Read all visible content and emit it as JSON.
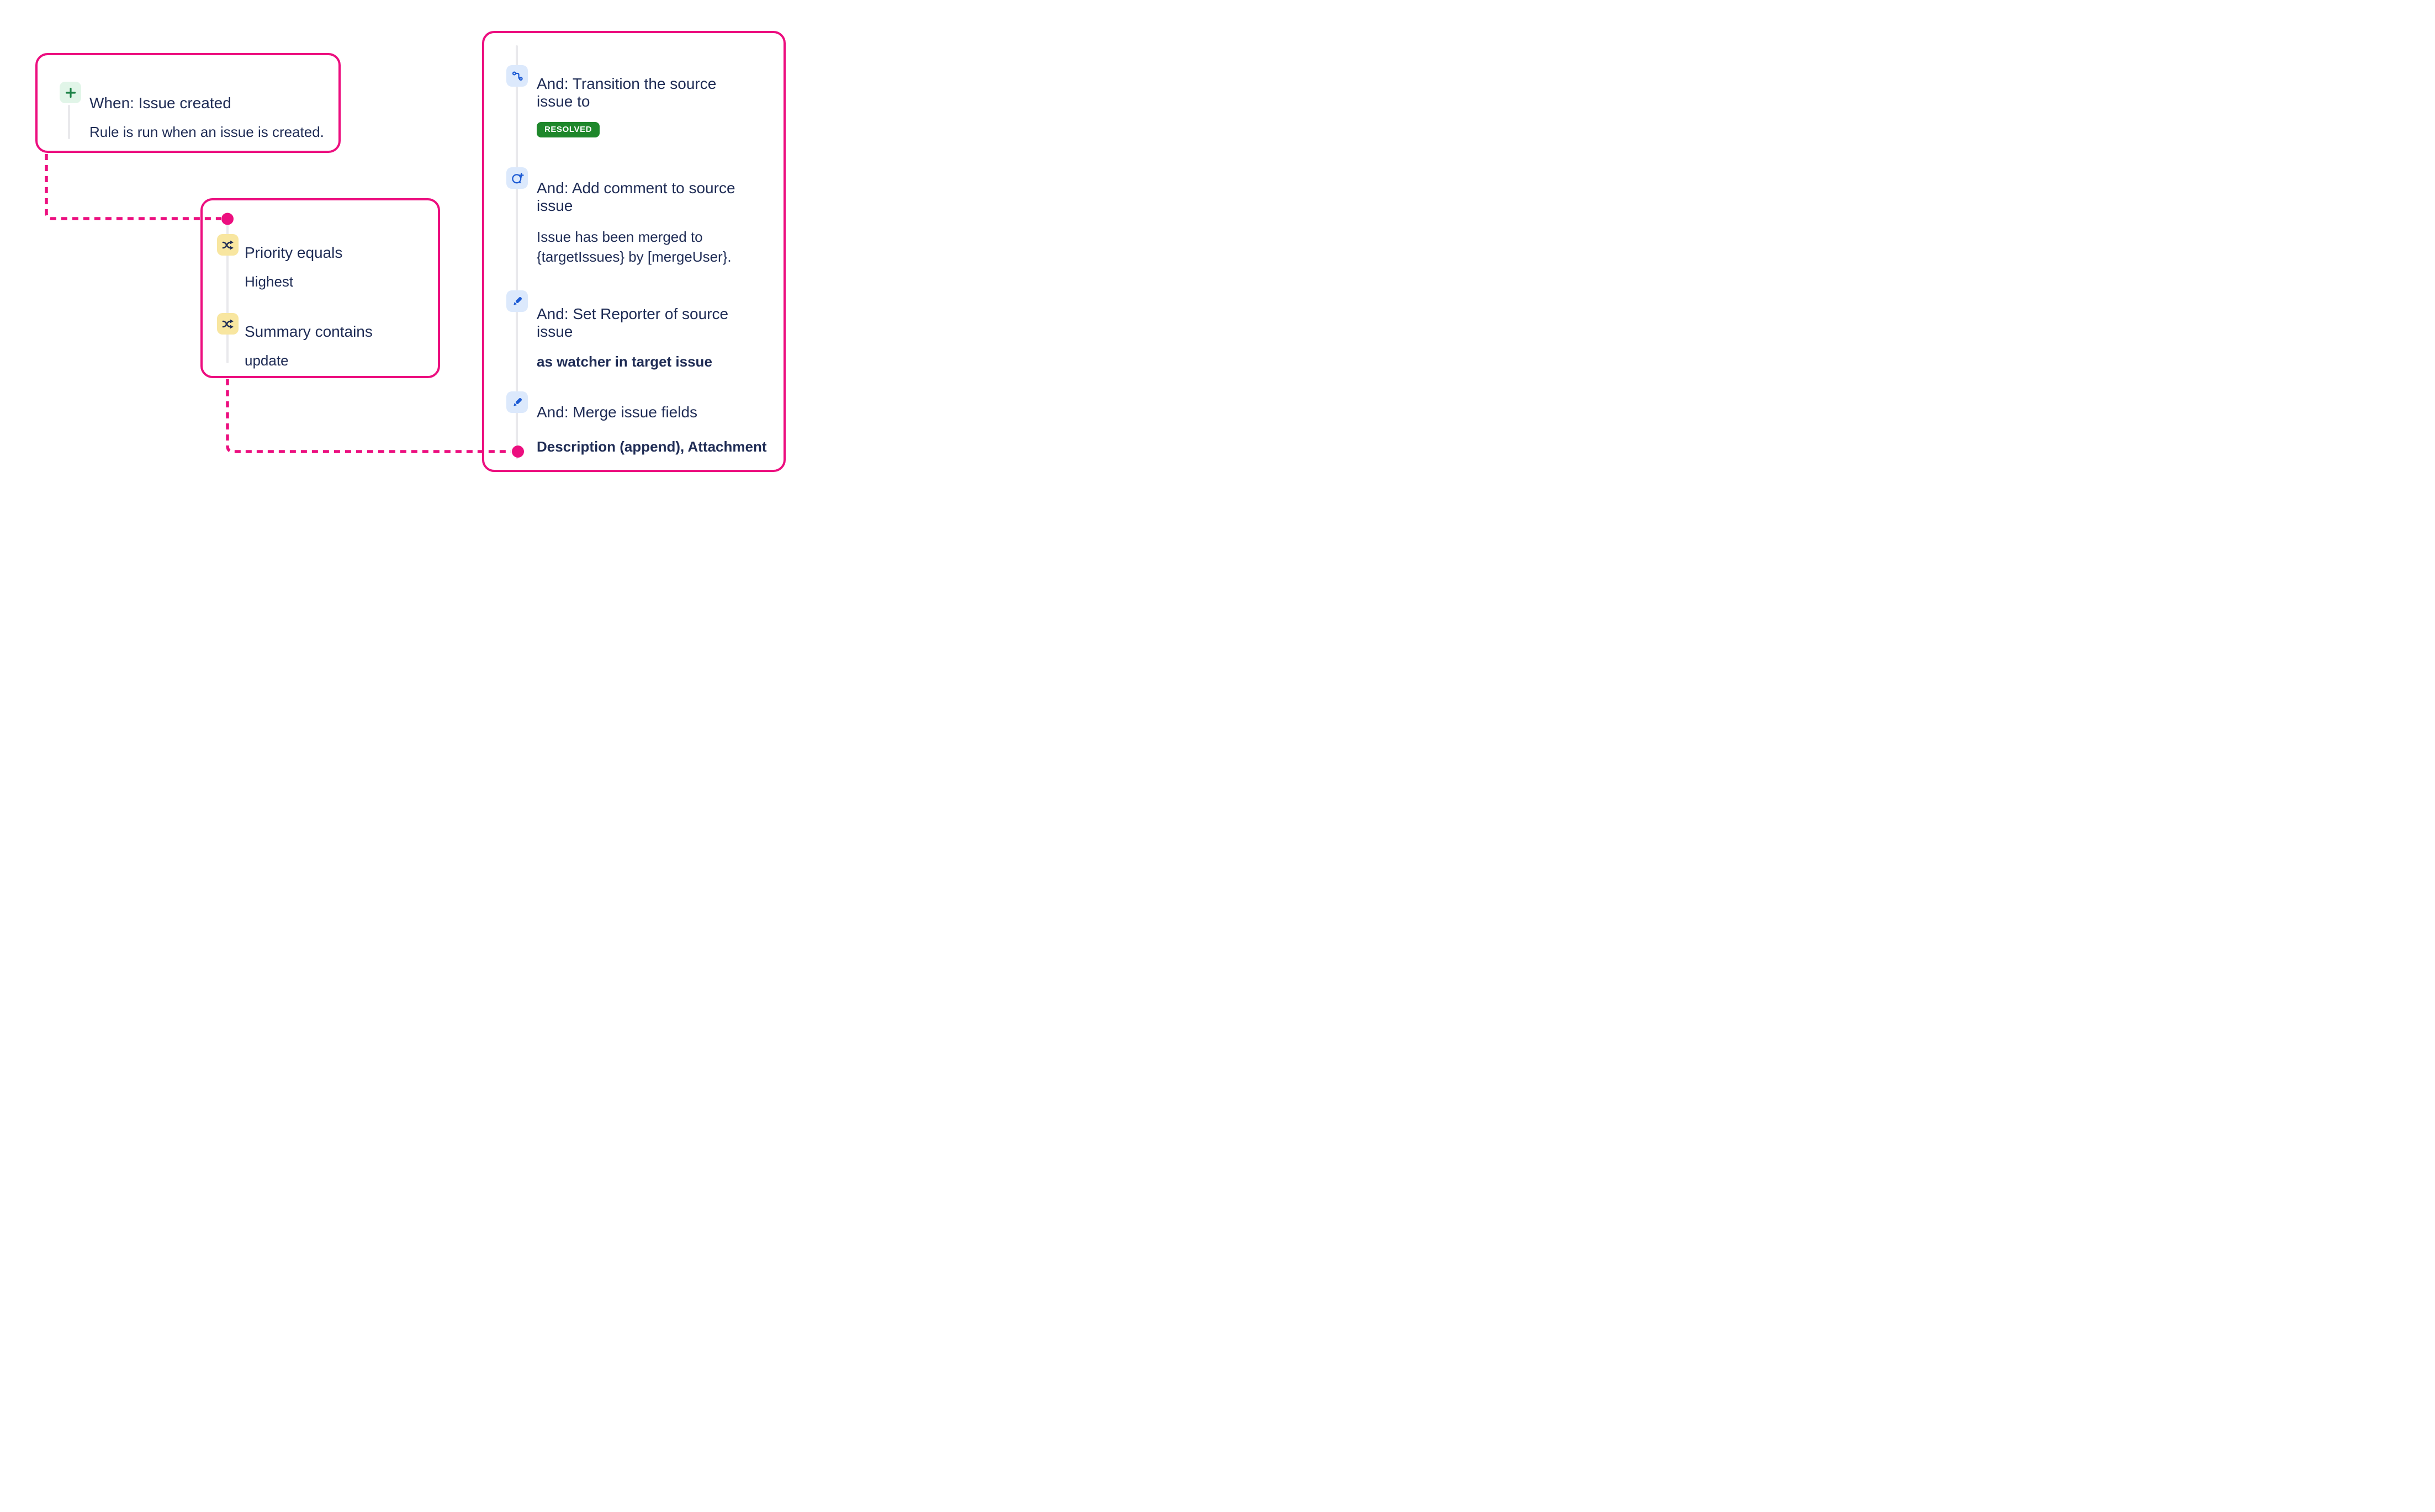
{
  "colors": {
    "pink": "#EC0E7F",
    "navy": "#1F2C55",
    "blue": "#1D5BD4",
    "blue_bg": "#DCE9FC",
    "yellow_bg": "#F8E6A0",
    "green": "#1C8247",
    "green_bg": "#E1F5E8",
    "badge_green": "#1E872B",
    "gray_line": "#E9E9EC"
  },
  "trigger_card": {
    "icon": "plus-icon",
    "title": "When: Issue created",
    "subtitle": "Rule is run when an issue is created."
  },
  "conditions_card": {
    "items": [
      {
        "icon": "shuffle-icon",
        "title": "Priority equals",
        "value": "Highest"
      },
      {
        "icon": "shuffle-icon",
        "title": "Summary contains",
        "value": "update"
      }
    ]
  },
  "actions_card": {
    "items": [
      {
        "icon": "transition-icon",
        "title": "And: Transition the source\nissue to",
        "badge": "RESOLVED"
      },
      {
        "icon": "add-comment-icon",
        "title": "And: Add comment to source\nissue",
        "description": "Issue has been merged to\n{targetIssues} by [mergeUser}."
      },
      {
        "icon": "edit-icon",
        "title": "And: Set Reporter of source\nissue",
        "bold_text": "as watcher in target issue"
      },
      {
        "icon": "edit-icon",
        "title": "And: Merge issue fields",
        "bold_text": "Description (append), Attachment"
      }
    ]
  }
}
